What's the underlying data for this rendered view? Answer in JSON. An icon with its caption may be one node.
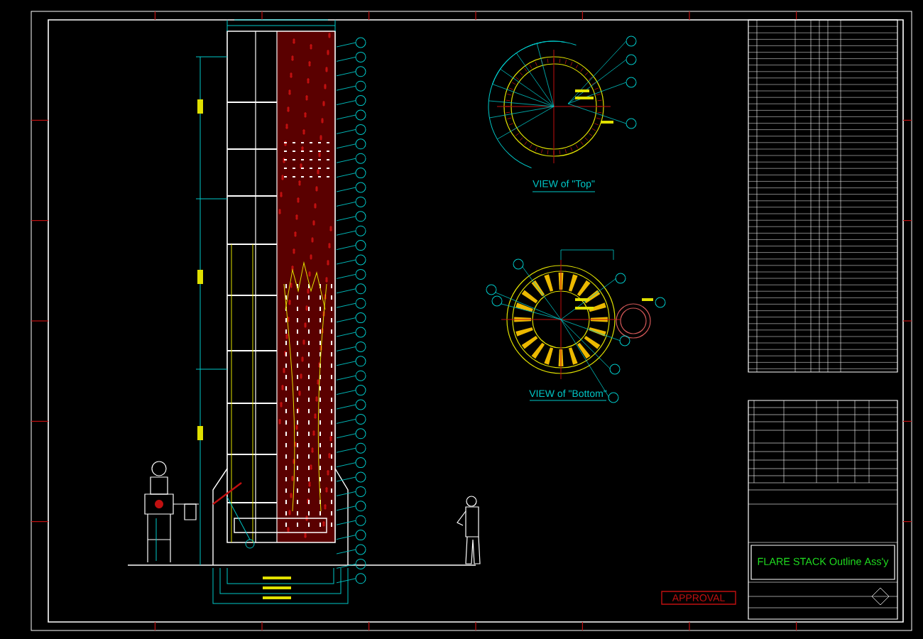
{
  "diagram": {
    "labels": [
      "VIEW of \"Top\"",
      "VIEW of \"Bottom\"",
      "FLARE STACK Outline Ass'y",
      "APPROVAL"
    ]
  }
}
